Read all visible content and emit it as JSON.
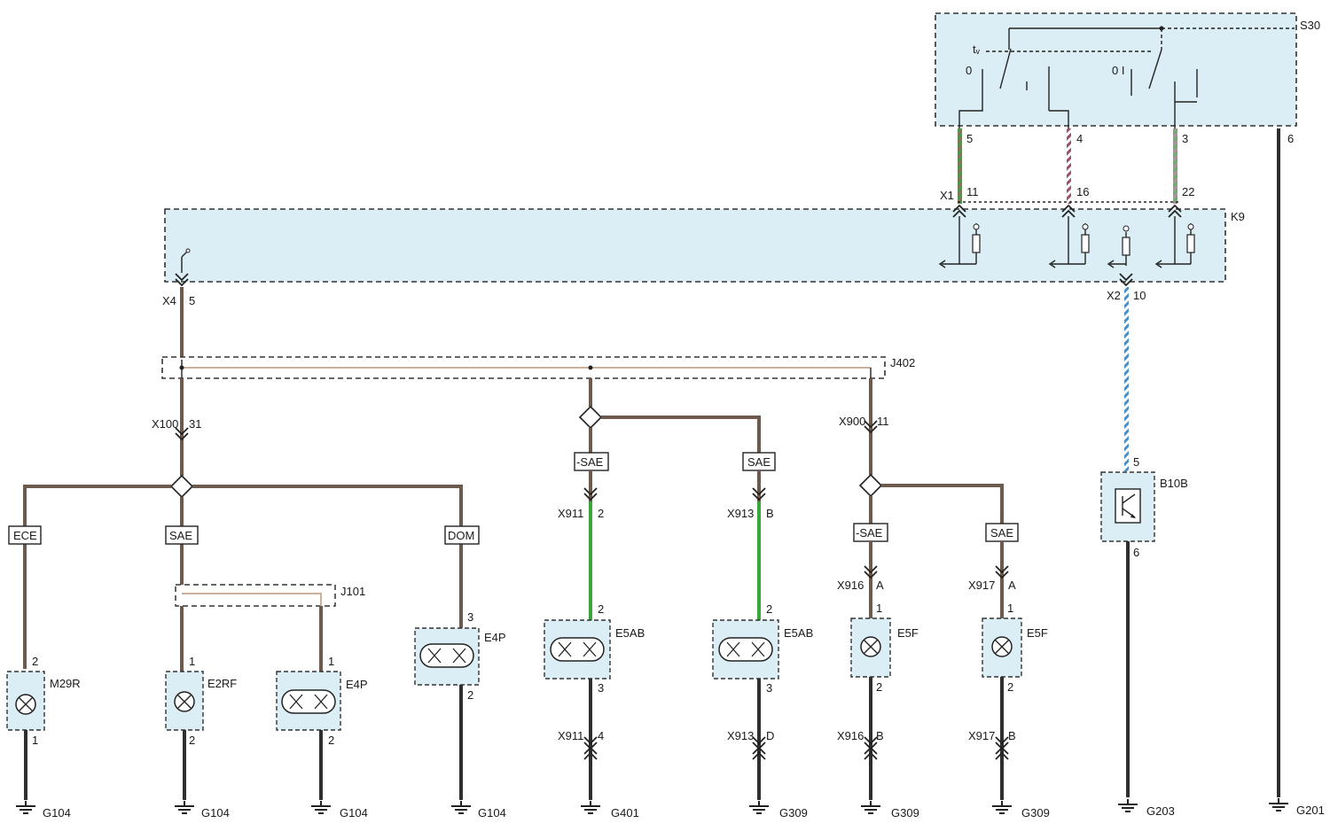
{
  "modules": {
    "s30": "S30",
    "k9": "K9",
    "j402": "J402",
    "j101": "J101",
    "b10b": "B10B"
  },
  "switch": {
    "pos_left": "0",
    "pos_mid": "I",
    "pos_right": "0 I",
    "pos_right_i": "I",
    "tv": "tᵥ"
  },
  "pins": {
    "s30_5": "5",
    "s30_4": "4",
    "s30_3": "3",
    "s30_6": "6",
    "x1": "X1",
    "x1_11": "11",
    "x1_16": "16",
    "x1_22": "22",
    "x4": "X4",
    "x4_5": "5",
    "x2": "X2",
    "x2_10": "10",
    "x100": "X100",
    "x100_31": "31",
    "x900": "X900",
    "x900_11": "11",
    "b10b_5": "5",
    "b10b_6": "6"
  },
  "variants": {
    "ece": "ECE",
    "sae1": "SAE",
    "dom": "DOM",
    "nsae1": "-SAE",
    "sae2": "SAE",
    "nsae2": "-SAE",
    "sae3": "SAE"
  },
  "connectors": {
    "x911": "X911",
    "x911_2": "2",
    "x911_4": "4",
    "x913": "X913",
    "x913_b": "B",
    "x913_d": "D",
    "x916": "X916",
    "x916_a": "A",
    "x916_b": "B",
    "x917": "X917",
    "x917_a": "A",
    "x917_b": "B"
  },
  "lamps": [
    {
      "name": "M29R",
      "pin_top": "2",
      "pin_bot": "1",
      "ground": "G104"
    },
    {
      "name": "E2RF",
      "pin_top": "1",
      "pin_bot": "2",
      "ground": "G104"
    },
    {
      "name": "E4P",
      "pin_top": "1",
      "pin_bot": "2",
      "ground": "G104"
    },
    {
      "name": "E4P",
      "pin_top": "3",
      "pin_bot": "2",
      "ground": "G104"
    },
    {
      "name": "E5AB",
      "pin_top": "2",
      "pin_bot": "3",
      "ground": "G401"
    },
    {
      "name": "E5AB",
      "pin_top": "2",
      "pin_bot": "3",
      "ground": "G309"
    },
    {
      "name": "E5F",
      "pin_top": "1",
      "pin_bot": "2",
      "ground": "G309"
    },
    {
      "name": "E5F",
      "pin_top": "1",
      "pin_bot": "2",
      "ground": "G309"
    }
  ],
  "grounds": {
    "b10b": "G203",
    "s30": "G201"
  },
  "colors": {
    "brown_wire": "#6e5a4c",
    "green_wire": "#3aa63a",
    "module_fill": "#dbeef5"
  }
}
